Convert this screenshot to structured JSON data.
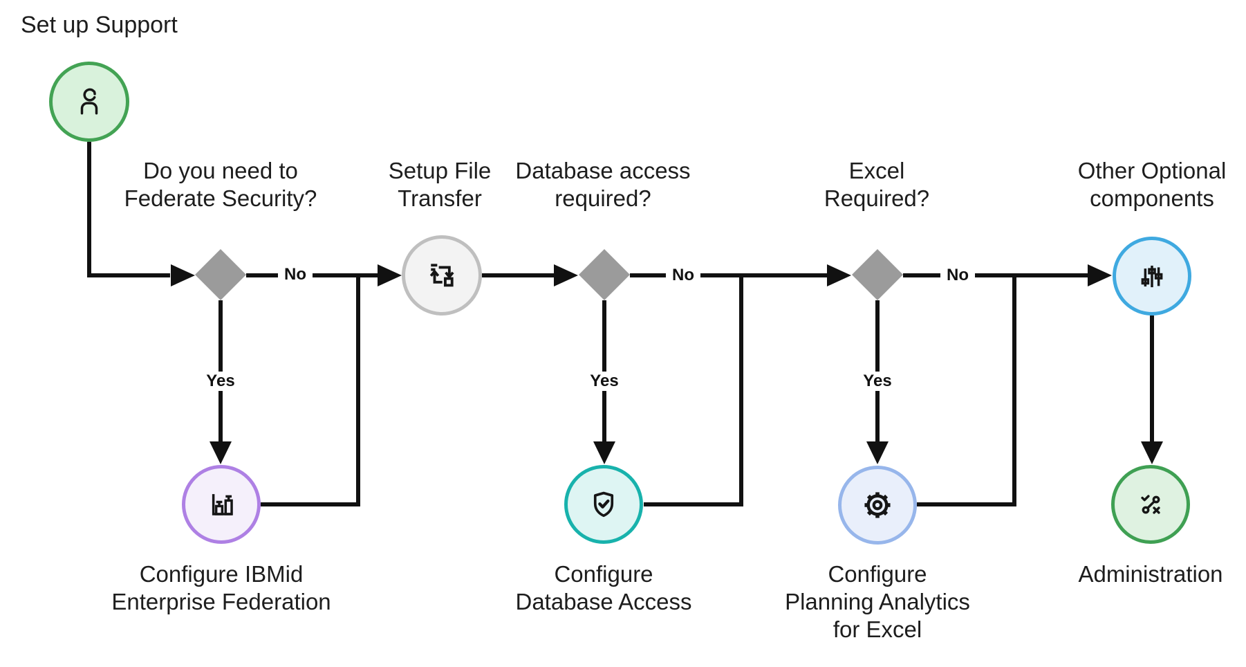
{
  "title": "Set up Support",
  "colors": {
    "line": "#111111",
    "text": "#1d1d1d",
    "diamond": "#9b9b9b",
    "label_background": "#ffffff"
  },
  "nodes": {
    "start": {
      "icon": "user-icon",
      "border": "#43a354",
      "fill": "#d9f2dc"
    },
    "file_transfer": {
      "label": "Setup File\nTransfer",
      "icon": "file-transfer-icon",
      "border": "#bfbfbf",
      "fill": "#f3f3f3"
    },
    "other_optional": {
      "label": "Other Optional\ncomponents",
      "icon": "sliders-icon",
      "border": "#3fa9e0",
      "fill": "#e1f1fa"
    },
    "ibmid": {
      "label": "Configure IBMid\nEnterprise Federation",
      "icon": "bar-chart-icon",
      "border": "#ae80e4",
      "fill": "#f5f0fb"
    },
    "db_access": {
      "label": "Configure\nDatabase Access",
      "icon": "shield-check-icon",
      "border": "#18b2ac",
      "fill": "#def5f3"
    },
    "pafe": {
      "label": "Configure\nPlanning Analytics\nfor Excel",
      "icon": "gear-icon",
      "border": "#97b6eb",
      "fill": "#e9effb"
    },
    "admin": {
      "label": "Administration",
      "icon": "strategy-icon",
      "border": "#3fa053",
      "fill": "#dff2e1"
    }
  },
  "decisions": {
    "federate": {
      "question": "Do you need to\nFederate Security?",
      "yes_label": "Yes",
      "no_label": "No"
    },
    "db": {
      "question": "Database access\nrequired?",
      "yes_label": "Yes",
      "no_label": "No"
    },
    "excel": {
      "question": "Excel\nRequired?",
      "yes_label": "Yes",
      "no_label": "No"
    }
  }
}
